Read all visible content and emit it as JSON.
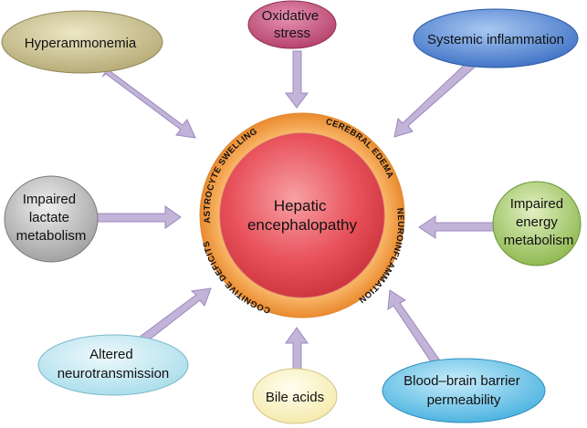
{
  "center": {
    "lines": [
      "Hepatic",
      "encephalopathy"
    ],
    "color": "#e8505a",
    "ring_color": "#f6a24d"
  },
  "ring_labels": {
    "astrocyte": "ASTROCYTE SWELLING",
    "edema": "CEREBRAL EDEMA",
    "neuro": "NEUROINFLAMMATION",
    "cognitive": "COGNITIVE DEFICITS"
  },
  "factors": {
    "hyperammonemia": {
      "lines": [
        "Hyperammonemia"
      ],
      "color": "#c9c08e"
    },
    "oxidative": {
      "lines": [
        "Oxidative",
        "stress"
      ],
      "color": "#c8547c"
    },
    "systemic": {
      "lines": [
        "Systemic inflammation"
      ],
      "color": "#4f86d6"
    },
    "lactate": {
      "lines": [
        "Impaired",
        "lactate",
        "metabolism"
      ],
      "color": "#b3b3b3"
    },
    "energy": {
      "lines": [
        "Impaired",
        "energy",
        "metabolism"
      ],
      "color": "#9bc45a"
    },
    "neurotransmission": {
      "lines": [
        "Altered",
        "neurotransmission"
      ],
      "color": "#bde6f0"
    },
    "bile": {
      "lines": [
        "Bile acids"
      ],
      "color": "#fbf4c4"
    },
    "bbb": {
      "lines": [
        "Blood–brain barrier",
        "permeability"
      ],
      "color": "#6cc3e8"
    }
  },
  "arrow_color": "#b9a7d4"
}
